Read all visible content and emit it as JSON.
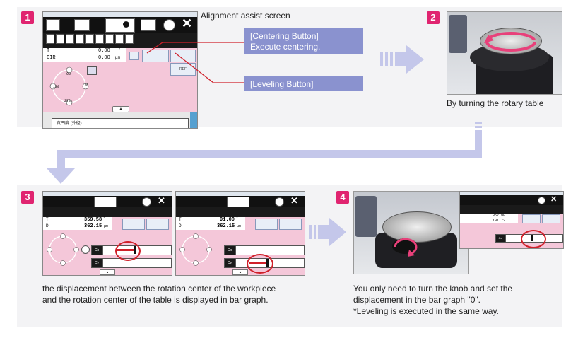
{
  "steps": [
    {
      "number": "1"
    },
    {
      "number": "2",
      "caption": "By turning the rotary table"
    },
    {
      "number": "3",
      "caption_line1": "the displacement between the rotation center of the workpiece",
      "caption_line2": "and the rotation center of the table is displayed in bar graph."
    },
    {
      "number": "4",
      "caption_line1": "You only need to turn the knob and set the",
      "caption_line2": "displacement in the bar graph \"0\".",
      "caption_line3": "*Leveling is executed in the same way."
    }
  ],
  "screen_title": "Alignment assist screen",
  "callouts": {
    "centering_line1": "[Centering Button]",
    "centering_line2": "Execute centering.",
    "leveling": "[Leveling Button]"
  },
  "screen1": {
    "row1_label": "T",
    "row1_value": "0.00",
    "row1_unit": "°",
    "row2_label": "DIR",
    "row2_value": "0.00",
    "row2_unit": "μm",
    "dial": [
      "0",
      "90",
      "180",
      "270"
    ],
    "text_box": "真円度 (外径)",
    "side_button": "REF"
  },
  "screen3a": {
    "row1_label": "T",
    "row1_value": "359.58",
    "row1_unit": "°",
    "row2_label": "D",
    "row2_value": "362.15",
    "row2_unit": "μm",
    "bar1_label": "Cx",
    "bar2_label": "Cy"
  },
  "screen3b": {
    "row1_label": "T",
    "row1_value": "91.00",
    "row1_unit": "°",
    "row2_label": "D",
    "row2_value": "362.15",
    "row2_unit": "μm",
    "bar1_label": "Cx",
    "bar2_label": "Cy"
  },
  "screen4": {
    "row1_value": "357.90",
    "row2_value": "191.73",
    "bar1_label": "Cx"
  },
  "colors": {
    "accent": "#e02470",
    "arrow": "#c4c7ea",
    "callout": "#8a92cf",
    "screen_bg": "#f4c7d9",
    "highlight_circle": "#d0202a"
  }
}
